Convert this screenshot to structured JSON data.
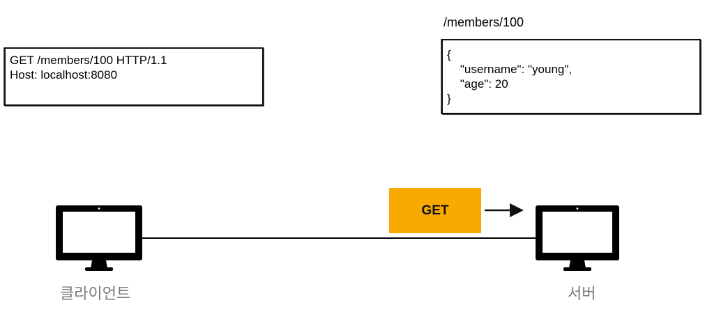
{
  "request": {
    "lines": [
      "GET /members/100 HTTP/1.1",
      "Host: localhost:8080"
    ]
  },
  "response": {
    "title": "/members/100",
    "lines": [
      "{",
      "    \"username\": \"young\",",
      "    \"age\": 20",
      "}"
    ]
  },
  "method_badge": {
    "label": "GET",
    "color": "#f8aa00"
  },
  "client": {
    "label": "클라이언트",
    "icon": "monitor-icon"
  },
  "server": {
    "label": "서버",
    "icon": "monitor-icon"
  }
}
